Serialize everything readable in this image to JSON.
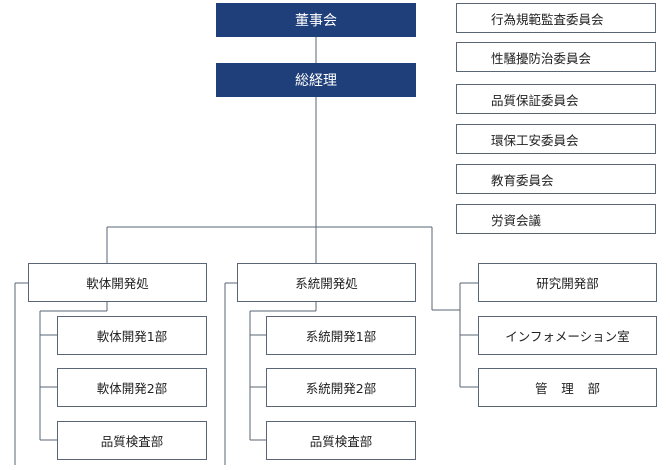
{
  "chart_data": {
    "type": "org-chart",
    "board": "董事会",
    "gm": "総経理",
    "committees": [
      "行為規範監査委員会",
      "性騒擾防治委員会",
      "品質保証委員会",
      "環保工安委員会",
      "教育委員会",
      "労資会議"
    ],
    "divisions": [
      {
        "name": "軟体開発処",
        "children": [
          "軟体開発1部",
          "軟体開発2部",
          "品質検査部"
        ]
      },
      {
        "name": "系統開発処",
        "children": [
          "系統開発1部",
          "系統開発2部",
          "品質検査部"
        ]
      }
    ],
    "departments": [
      "研究開発部",
      "インフォメーション室",
      "管理部"
    ]
  },
  "colors": {
    "header_fill": "#1f3f7a",
    "box_border": "#5a6675",
    "line": "#5a6675"
  }
}
